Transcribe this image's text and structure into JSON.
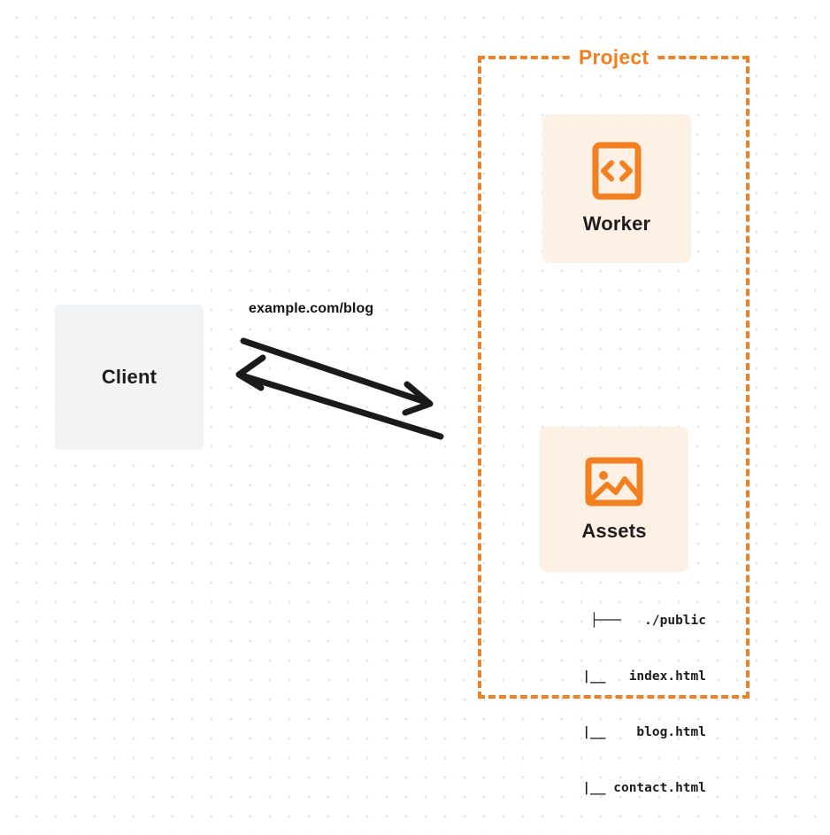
{
  "diagram": {
    "title": "Project",
    "background": {
      "grid": "dot-grid",
      "grid_color": "#e6e7e9",
      "page_color": "#ffffff"
    },
    "colors": {
      "accent": "#f38020",
      "card_fill": "#fdf1e5",
      "client_fill": "#f2f3f5",
      "text": "#1d1d1f",
      "arrow": "#1a1a1a"
    }
  },
  "client": {
    "label": "Client",
    "icon": "client-box"
  },
  "connection": {
    "label": "example.com/blog",
    "request_arrow": "arrow-right",
    "response_arrow": "arrow-left"
  },
  "project": {
    "label": "Project",
    "services": [
      {
        "id": "worker",
        "label": "Worker",
        "icon": "code-brackets-icon"
      },
      {
        "id": "assets",
        "label": "Assets",
        "icon": "image-picture-icon"
      }
    ]
  },
  "file_tree": {
    "rows": [
      {
        "prefix": "├─── ",
        "name": "./public"
      },
      {
        "prefix": "|__ ",
        "name": "index.html"
      },
      {
        "prefix": "|__ ",
        "name": "blog.html"
      },
      {
        "prefix": "|__ ",
        "name": "contact.html"
      }
    ],
    "lines": [
      "├───   ./public",
      "  |__   index.html",
      "  |__    blog.html",
      "  |__ contact.html"
    ]
  }
}
